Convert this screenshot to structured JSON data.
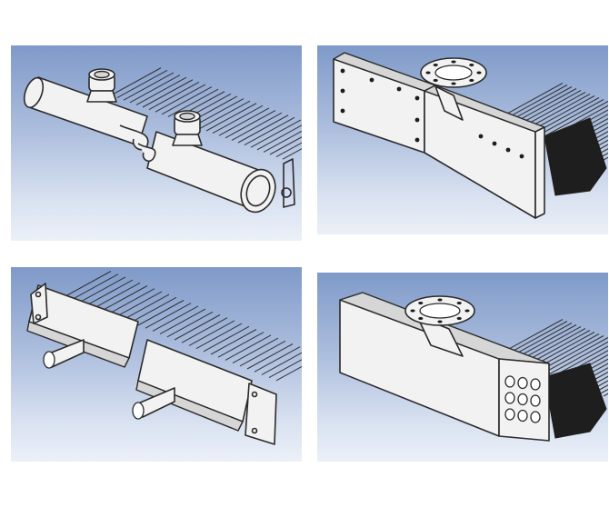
{
  "figure": {
    "panels": [
      {
        "id": "p1",
        "component": "cylindrical-header-with-threaded-nozzle"
      },
      {
        "id": "p2",
        "component": "box-header-with-flange-and-plug-plate"
      },
      {
        "id": "p3",
        "component": "box-header-with-pipe-nozzle"
      },
      {
        "id": "p4",
        "component": "rectangular-header-with-flange-and-tube-holes"
      }
    ],
    "colors": {
      "panel_top": "#7f9ac9",
      "panel_bottom": "#ecf0f8",
      "metal": "#f2f2f2",
      "outline": "#2b2b2b"
    }
  }
}
